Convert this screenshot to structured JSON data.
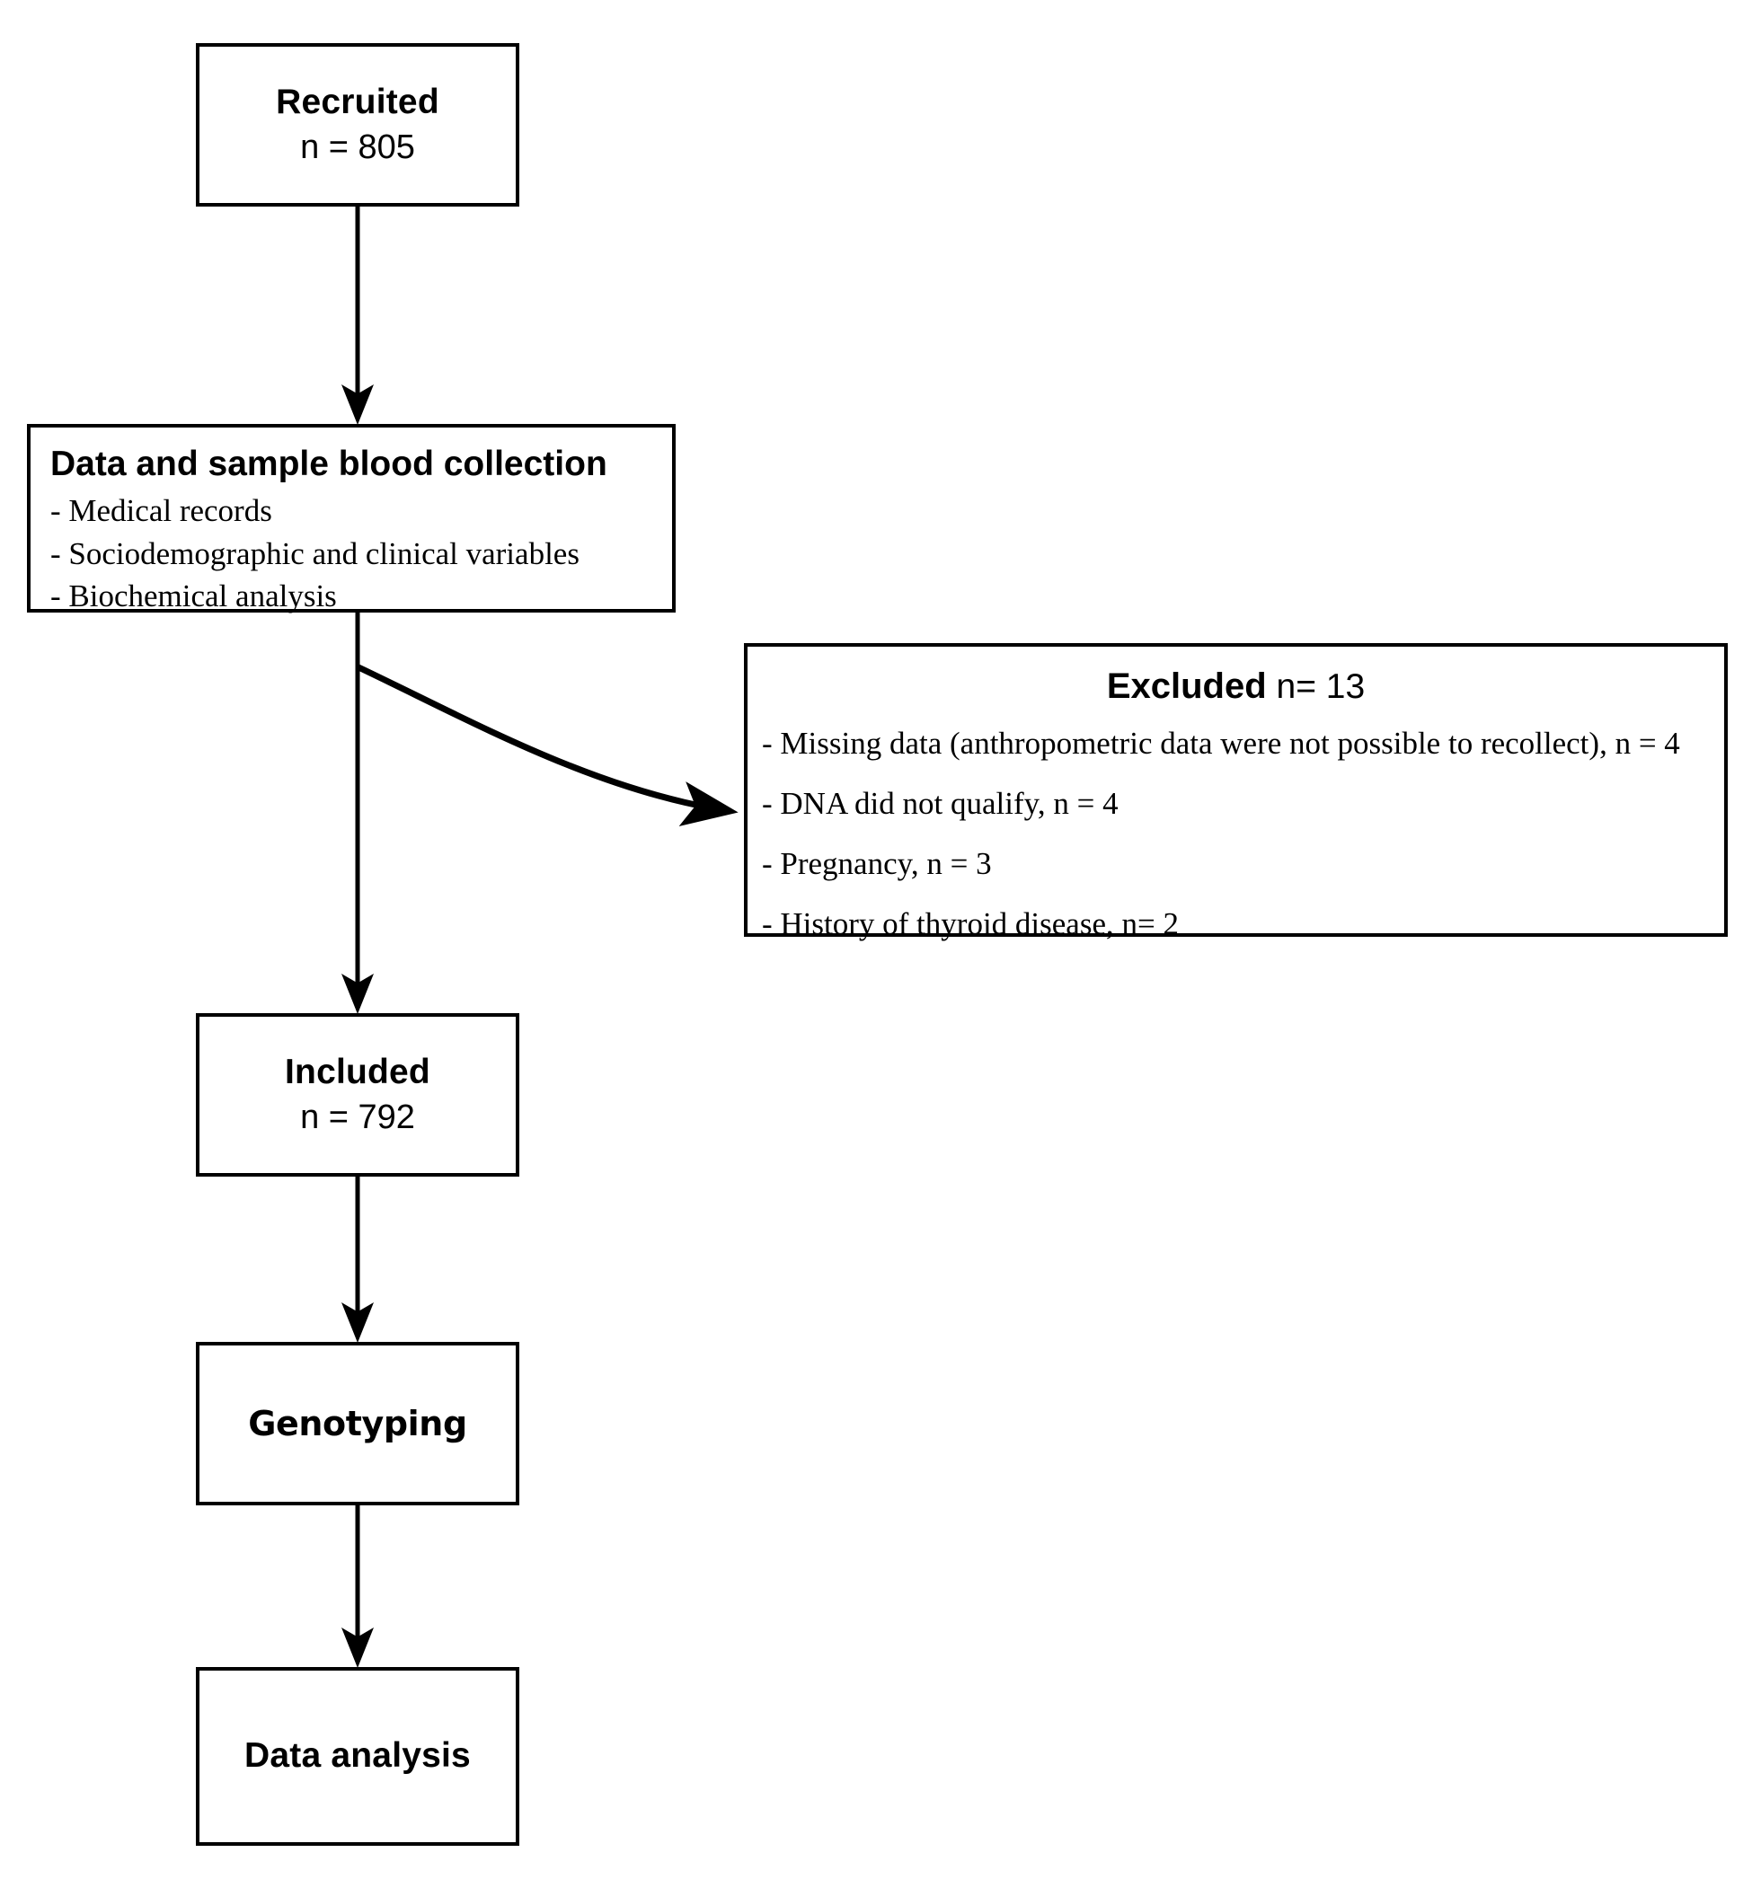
{
  "diagram": {
    "type": "flowchart",
    "title": "Study participant flow diagram",
    "colors": {
      "background": "#ffffff",
      "stroke": "#000000",
      "text": "#000000"
    },
    "nodes": {
      "recruited": {
        "title": "Recruited",
        "count_label": "n = 805"
      },
      "collection": {
        "title": "Data and sample blood collection",
        "items": [
          "-  Medical records",
          "- Sociodemographic and clinical variables",
          "-  Biochemical analysis"
        ]
      },
      "excluded": {
        "title": "Excluded",
        "count_label": "n= 13",
        "items": [
          "- Missing data (anthropometric data were not possible to recollect), n = 4",
          "- DNA did not qualify, n = 4",
          "-  Pregnancy, n = 3",
          "- History of thyroid disease, n= 2"
        ]
      },
      "included": {
        "title": "Included",
        "count_label": "n = 792"
      },
      "genotyping": {
        "title": "Genotyping"
      },
      "data_analysis": {
        "title": "Data analysis"
      }
    },
    "edges": [
      {
        "name": "recruited-to-collection",
        "from": "recruited",
        "to": "collection",
        "style": "straight-down-arrow"
      },
      {
        "name": "collection-to-excluded",
        "from": "collection",
        "to": "excluded",
        "style": "curved-right-arrow"
      },
      {
        "name": "collection-to-included",
        "from": "collection",
        "to": "included",
        "style": "straight-down-arrow"
      },
      {
        "name": "included-to-genotyping",
        "from": "included",
        "to": "genotyping",
        "style": "straight-down-arrow"
      },
      {
        "name": "genotyping-to-data-analysis",
        "from": "genotyping",
        "to": "data_analysis",
        "style": "straight-down-arrow"
      }
    ]
  }
}
